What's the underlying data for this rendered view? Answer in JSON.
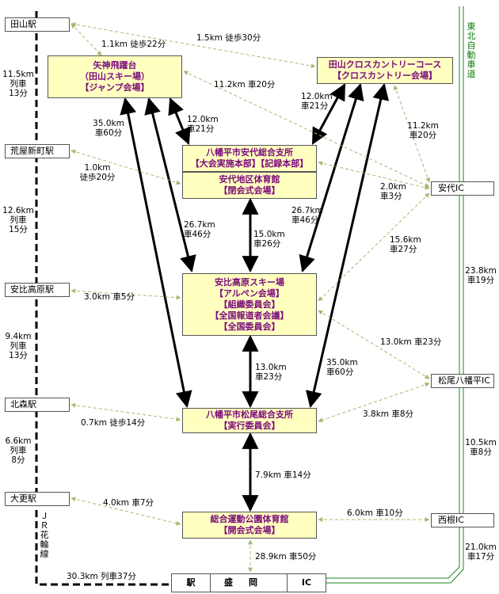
{
  "stations": [
    {
      "id": "tayama",
      "label": "田山駅"
    },
    {
      "id": "arayashinmachi",
      "label": "荒屋新町駅"
    },
    {
      "id": "appikogen",
      "label": "安比高原駅"
    },
    {
      "id": "kitamori",
      "label": "北森駅"
    },
    {
      "id": "obuke",
      "label": "大更駅"
    }
  ],
  "ics": [
    {
      "id": "ashiro",
      "label": "安代IC"
    },
    {
      "id": "matsuo",
      "label": "松尾八幡平IC"
    },
    {
      "id": "nishine",
      "label": "西根IC"
    }
  ],
  "venues": {
    "jump": [
      "矢神飛躍台",
      "（田山スキー場）",
      "【ジャンプ会場】"
    ],
    "crosscountry": [
      "田山クロスカントリーコース",
      "【クロスカントリー会場】"
    ],
    "ashiro_branch": [
      "八幡平市安代総合支所",
      "【大会実施本部】【記録本部】"
    ],
    "ashiro_gym": [
      "安代地区体育館",
      "【閉会式会場】"
    ],
    "appi": [
      "安比高原スキー場",
      "【アルペン会場】",
      "【組織委員会】",
      "【全国報道者会議】",
      "【全国委員会】"
    ],
    "matsuo_branch": [
      "八幡平市松尾総合支所",
      "【実行委員会】"
    ],
    "sogo_gym": [
      "総合運動公園体育館",
      "【開会式会場】"
    ]
  },
  "rail_segments": [
    [
      "11.5km",
      "列車",
      "13分"
    ],
    [
      "12.6km",
      "列車",
      "15分"
    ],
    [
      "9.4km",
      "列車",
      "13分"
    ],
    [
      "6.6km",
      "列車",
      "8分"
    ]
  ],
  "rail_name": [
    "Ｊ",
    "Ｒ",
    "花",
    "輪",
    "線"
  ],
  "expressway_name": [
    "東",
    "北",
    "自",
    "動",
    "車",
    "道"
  ],
  "expressway_segments": [
    [
      "23.8km",
      "車19分"
    ],
    [
      "10.5km",
      "車8分"
    ],
    [
      "21.0km",
      "車17分"
    ]
  ],
  "routes": {
    "tayama_jump": "1.1km 徒歩22分",
    "tayama_xc": "1.5km 徒歩30分",
    "jump_ic": "11.2km 車20分",
    "xc_ic": [
      "11.2km",
      "車20分"
    ],
    "jump_branch": [
      "12.0km",
      "車21分"
    ],
    "xc_branch": [
      "12.0km",
      "車21分"
    ],
    "jump_appi_left": [
      "35.0km",
      "車60分"
    ],
    "arayashinmachi_branch": [
      "1.0km",
      "徒歩20分"
    ],
    "branch_ic": [
      "2.0km",
      "車3分"
    ],
    "jump_appi_mid": [
      "26.7km",
      "車46分"
    ],
    "branch_appi": [
      "15.0km",
      "車26分"
    ],
    "xc_appi": [
      "26.7km",
      "車46分"
    ],
    "ic_appi": [
      "15.6km",
      "車27分"
    ],
    "appikogen_appi": "3.0km 車5分",
    "appi_matsuoic": "13.0km 車23分",
    "appi_matsuo": [
      "13.0km",
      "車23分"
    ],
    "xc_matsuo": [
      "35.0km",
      "車60分"
    ],
    "matsuoic_branch": "3.8km 車8分",
    "kitamori_branch": "0.7km 徒歩14分",
    "matsuo_sogo": "7.9km 車14分",
    "obuke_sogo": "4.0km 車7分",
    "sogo_nishine": "6.0km 車10分",
    "sogo_morioka": "28.9km 車50分",
    "rail_morioka": "30.3km 列車37分"
  },
  "bottom": {
    "station": "駅",
    "city": "盛岡",
    "ic": "IC"
  }
}
